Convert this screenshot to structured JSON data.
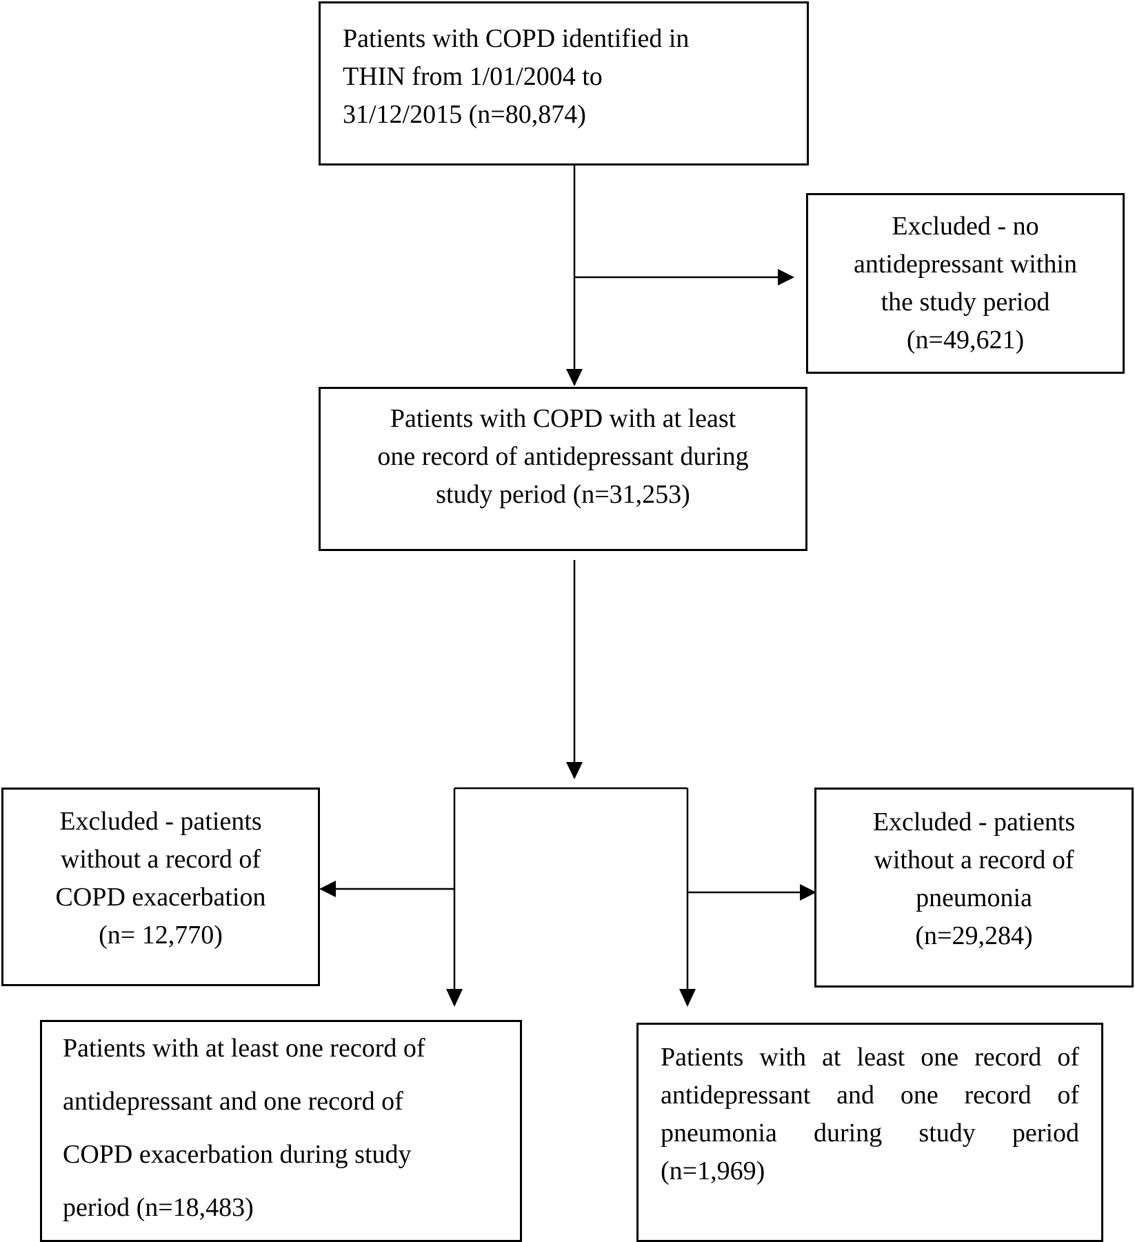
{
  "flowchart": {
    "nodes": {
      "cohort": {
        "lines": [
          "Patients with COPD identified in",
          "THIN from 1/01/2004 to",
          "31/12/2015 (n=80,874)"
        ]
      },
      "excluded_no_antidepressant": {
        "lines": [
          "Excluded - no",
          "antidepressant within",
          "the study period",
          "(n=49,621)"
        ]
      },
      "antidepressant_cohort": {
        "lines": [
          "Patients with COPD with at least",
          "one record of antidepressant during",
          "study period (n=31,253)"
        ]
      },
      "excluded_no_exacerbation": {
        "lines": [
          "Excluded - patients",
          "without a record of",
          "COPD exacerbation",
          "(n= 12,770)"
        ]
      },
      "excluded_no_pneumonia": {
        "lines": [
          "Excluded - patients",
          "without a record of",
          "pneumonia",
          "(n=29,284)"
        ]
      },
      "exacerbation_cohort": {
        "lines": [
          "Patients with at least one record of",
          "antidepressant and one record of",
          "COPD exacerbation during study",
          "period (n=18,483)"
        ]
      },
      "pneumonia_cohort": {
        "lines": [
          "Patients with at least one record of",
          "antidepressant and one record of",
          "pneumonia during study period",
          "(n=1,969)"
        ]
      }
    },
    "edges": [
      {
        "from": "cohort",
        "to": "antidepressant_cohort"
      },
      {
        "from": "cohort",
        "to": "excluded_no_antidepressant"
      },
      {
        "from": "antidepressant_cohort",
        "to": "excluded_no_exacerbation"
      },
      {
        "from": "antidepressant_cohort",
        "to": "excluded_no_pneumonia"
      },
      {
        "from": "antidepressant_cohort",
        "to": "exacerbation_cohort"
      },
      {
        "from": "antidepressant_cohort",
        "to": "pneumonia_cohort"
      }
    ]
  }
}
